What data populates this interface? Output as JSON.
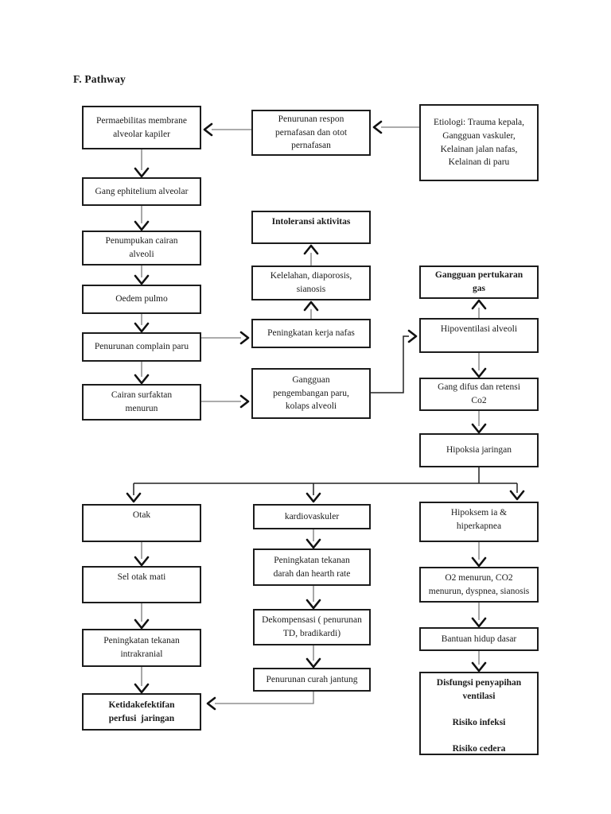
{
  "title": "F. Pathway",
  "nodes": {
    "permeabilitas_membrane": {
      "text": "Permaebilitas membrane\nalveolar kapiler"
    },
    "penurunan_respon": {
      "text": "Penurunan respon\npernafasan dan otot\npernafasan"
    },
    "etiologi": {
      "text": "Etiologi: Trauma kepala,\nGangguan vaskuler,\nKelainan jalan nafas,\nKelainan di paru"
    },
    "gang_ephitelium": {
      "text": "Gang ephitelium alveolar"
    },
    "penumpukan_cairan": {
      "text": "Penumpukan cairan\nalveoli"
    },
    "oedem_pulmo": {
      "text": "Oedem pulmo"
    },
    "penurunan_complain": {
      "text": "Penurunan complain paru"
    },
    "cairan_surfaktan": {
      "text": "Cairan surfaktan\nmenurun"
    },
    "intoleransi_aktivitas": {
      "text": "Intoleransi aktivitas"
    },
    "kelelahan": {
      "text": "Kelelahan, diaporosis,\nsianosis"
    },
    "peningkatan_kerja_nafas": {
      "text": "Peningkatan kerja nafas"
    },
    "gangguan_pengembangan": {
      "text": "Gangguan\npengembangan paru,\nkolaps alveoli"
    },
    "gangguan_pertukaran_gas": {
      "text": "Gangguan pertukaran\ngas"
    },
    "hipoventilasi_alveoli": {
      "text": "Hipoventilasi alveoli"
    },
    "gang_difus": {
      "text": "Gang difus dan retensi\nCo2"
    },
    "hipoksia_jaringan": {
      "text": "Hipoksia jaringan"
    },
    "otak": {
      "text": "Otak"
    },
    "sel_otak_mati": {
      "text": "Sel otak mati"
    },
    "peningkatan_tekanan_intrakranial": {
      "text": "Peningkatan tekanan\nintrakranial"
    },
    "ketidakefektifan_perfusi": {
      "text": "Ketidakefektifan\nperfusi  jaringan"
    },
    "kardiovaskuler": {
      "text": "kardiovaskuler"
    },
    "peningkatan_tekanan_darah": {
      "text": "Peningkatan tekanan\ndarah dan hearth rate"
    },
    "dekompensasi": {
      "text": "Dekompensasi ( penurunan\nTD, bradikardi)"
    },
    "penurunan_curah_jantung": {
      "text": "Penurunan curah jantung"
    },
    "hipoksemia_hiperkapnea": {
      "text": "Hipoksem ia &\nhiperkapnea"
    },
    "o2_menurun": {
      "text": "O2 menurun, CO2\nmenurun, dyspnea, sianosis"
    },
    "bantuan_hidup_dasar": {
      "text": "Bantuan hidup dasar"
    },
    "disfungsi_penyapihan": {
      "text": "Disfungsi penyapihan\nventilasi\n\nRisiko infeksi\n\nRisiko cedera"
    }
  },
  "colors": {
    "ink": "#1a1a1a",
    "background": "#ffffff"
  }
}
